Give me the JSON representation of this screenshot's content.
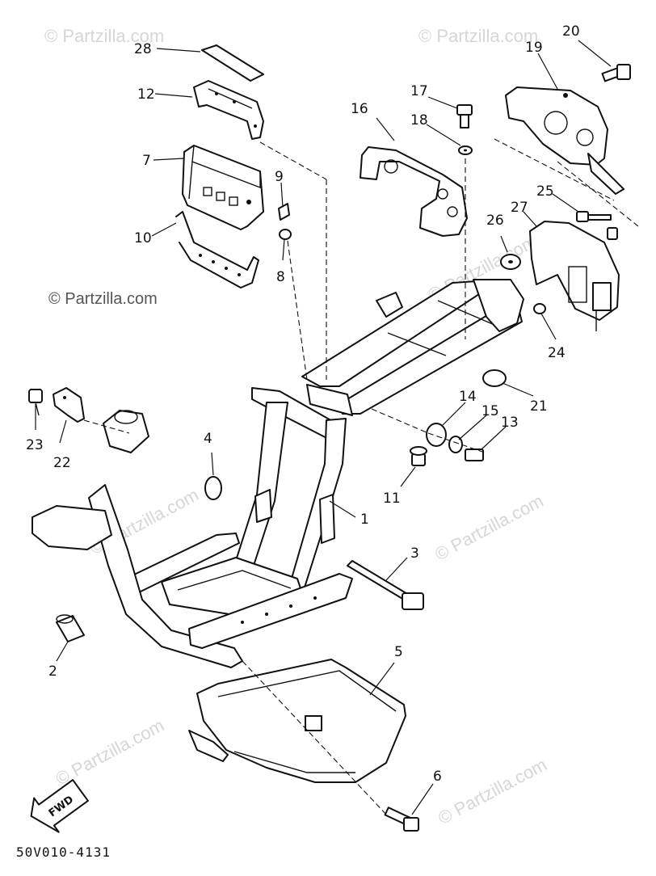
{
  "watermark": "© Partzilla.com",
  "figure_code": "50V010-4131",
  "fwd_arrow_label": "FWD",
  "callouts": [
    "1",
    "2",
    "3",
    "4",
    "5",
    "6",
    "7",
    "8",
    "9",
    "10",
    "11",
    "12",
    "13",
    "14",
    "15",
    "16",
    "17",
    "18",
    "19",
    "20",
    "21",
    "22",
    "23",
    "24",
    "25",
    "26",
    "27",
    "28"
  ]
}
